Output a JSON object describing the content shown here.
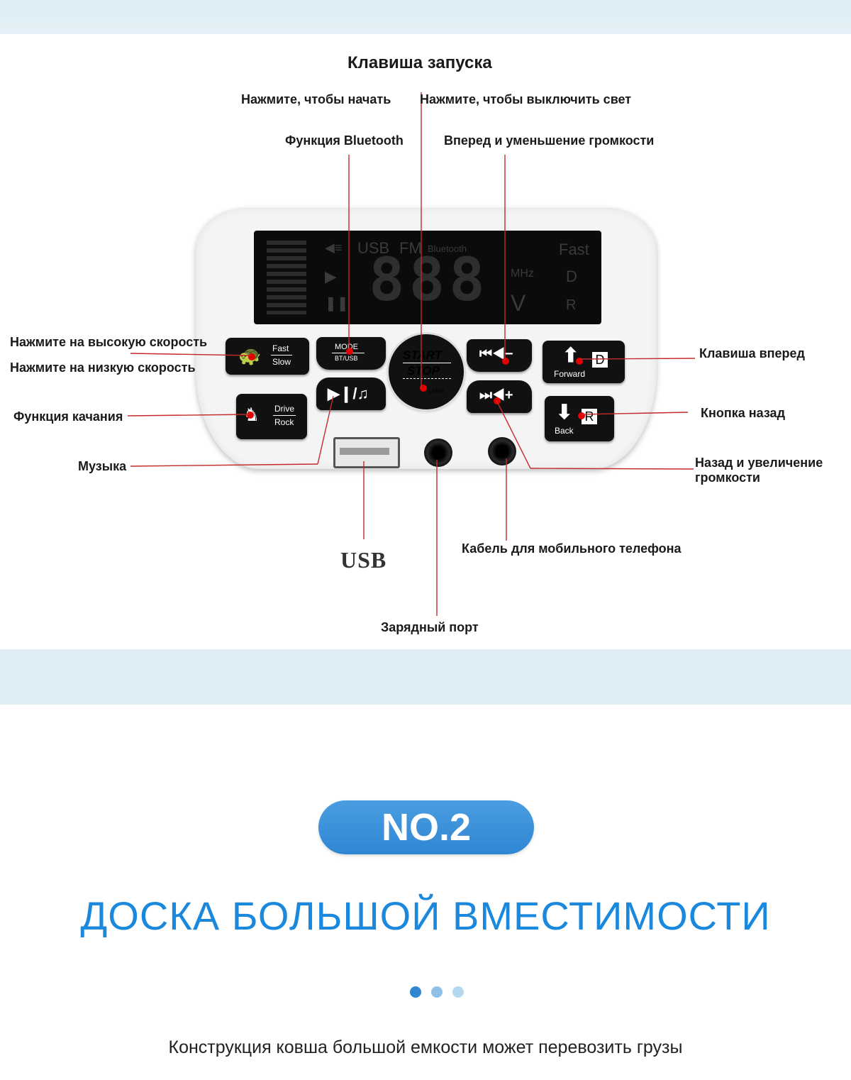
{
  "colors": {
    "accent": "#1a88dd",
    "pill": "#3b92da",
    "marker": "#e30000",
    "band": "#dfeef5"
  },
  "diagram": {
    "title": "Клавиша запуска",
    "labels": {
      "press_start": "Нажмите, чтобы начать",
      "press_light_off": "Нажмите, чтобы выключить свет",
      "bluetooth": "Функция Bluetooth",
      "forward_volume_down": "Вперед и уменьшение громкости",
      "high_speed": "Нажмите на высокую скорость",
      "low_speed": "Нажмите на низкую скорость",
      "swing": "Функция качания",
      "music": "Музыка",
      "forward_key": "Клавиша вперед",
      "back_button": "Кнопка назад",
      "back_volume_up_1": "Назад и увеличение",
      "back_volume_up_2": "громкости",
      "phone_cable": "Кабель для мобильного телефона",
      "usb": "USB",
      "charging_port": "Зарядный порт"
    },
    "panel": {
      "lcd": {
        "usb": "USB",
        "fm": "FM",
        "bluetooth": "Bluetooth",
        "fast": "Fast",
        "mhz": "MHz",
        "d": "D",
        "r": "R",
        "v": "V",
        "digits": "888"
      },
      "fast_slow": {
        "fast": "Fast",
        "slow": "Slow"
      },
      "drive_rock": {
        "drive": "Drive",
        "rock": "Rock"
      },
      "mode": {
        "top": "MODE",
        "bottom": "BT/USB"
      },
      "start": {
        "start": "START",
        "stop": "STOP",
        "lamp": "LAMP"
      },
      "forward": {
        "label": "Forward",
        "letter": "D"
      },
      "back": {
        "label": "Back",
        "letter": "R"
      }
    }
  },
  "section": {
    "badge": "NO.2",
    "headline": "ДОСКА БОЛЬШОЙ ВМЕСТИМОСТИ",
    "carousel": {
      "count": 3,
      "active": 0
    },
    "description": "Конструкция ковша большой емкости может перевозить грузы"
  }
}
